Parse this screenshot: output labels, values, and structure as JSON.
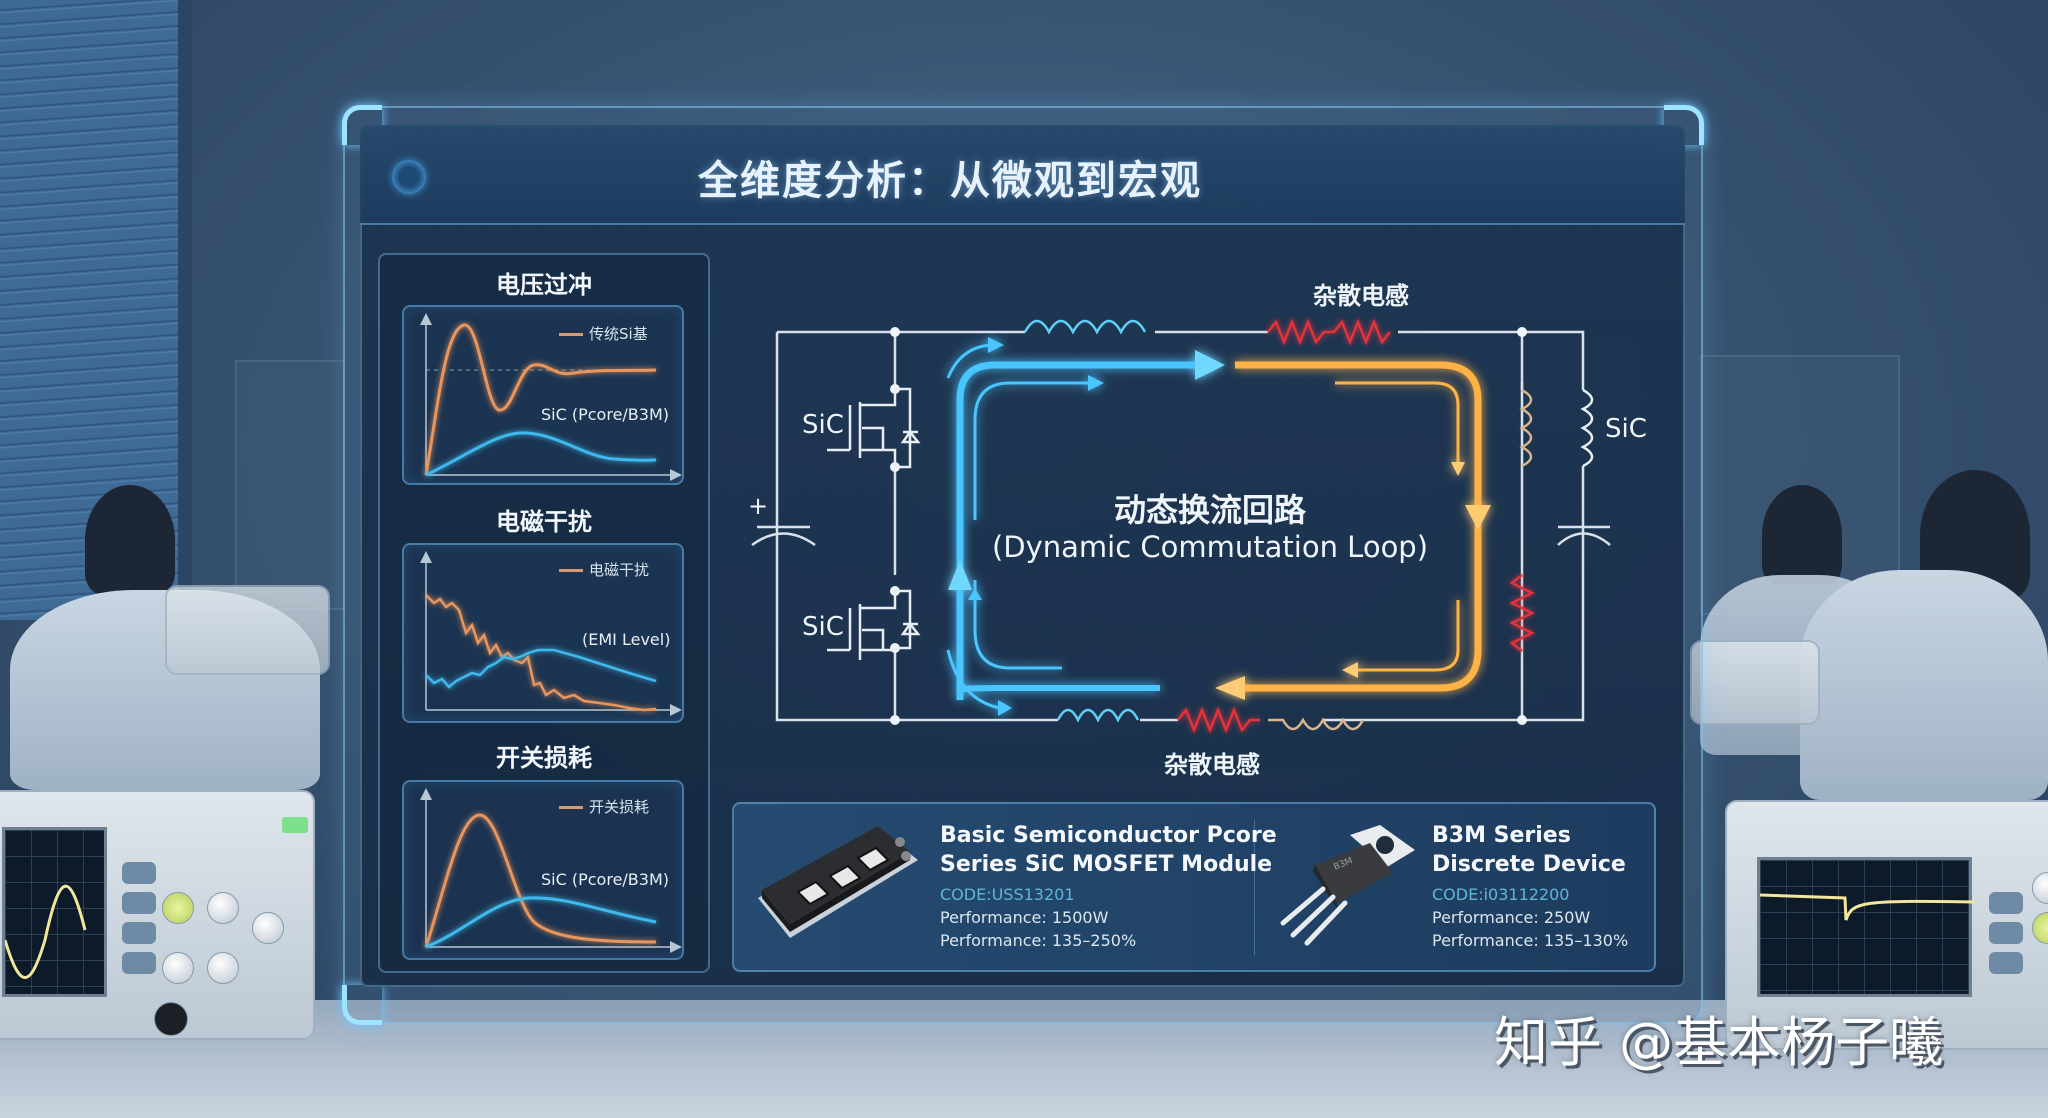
{
  "panel": {
    "title": "全维度分析：从微观到宏观",
    "title_icon": "circle-indicator-icon"
  },
  "charts": [
    {
      "title": "电压过冲",
      "legend": "传统Si基",
      "series_label": "SiC (Pcore/B3M)"
    },
    {
      "title": "电磁干扰",
      "legend": "电磁干扰",
      "series_label": "(EMI Level)"
    },
    {
      "title": "开关损耗",
      "legend": "开关损耗",
      "series_label": "SiC (Pcore/B3M)"
    }
  ],
  "chart_data": [
    {
      "type": "line",
      "title": "电压过冲",
      "xlabel": "",
      "ylabel": "",
      "x": [
        0,
        1,
        2,
        3,
        4,
        5,
        6,
        7,
        8,
        9,
        10
      ],
      "series": [
        {
          "name": "传统Si基",
          "color": "#e8955e",
          "values": [
            0,
            95,
            72,
            30,
            58,
            52,
            49,
            50,
            50,
            50,
            50
          ]
        },
        {
          "name": "SiC (Pcore/B3M)",
          "color": "#3fb8ec",
          "values": [
            0,
            8,
            16,
            22,
            26,
            25,
            21,
            17,
            14,
            13,
            12
          ]
        }
      ],
      "reference_line": 50,
      "grid": false
    },
    {
      "type": "line",
      "title": "电磁干扰",
      "xlabel": "",
      "ylabel": "",
      "x": [
        0,
        1,
        2,
        3,
        4,
        5,
        6,
        7,
        8,
        9,
        10
      ],
      "series": [
        {
          "name": "电磁干扰",
          "color": "#e8955e",
          "values": [
            82,
            76,
            66,
            58,
            52,
            40,
            22,
            16,
            12,
            9,
            6
          ]
        },
        {
          "name": "(EMI Level)",
          "color": "#3fb8ec",
          "values": [
            22,
            16,
            24,
            30,
            36,
            38,
            40,
            36,
            30,
            25,
            20
          ]
        }
      ],
      "grid": false
    },
    {
      "type": "line",
      "title": "开关损耗",
      "xlabel": "",
      "ylabel": "",
      "x": [
        0,
        1,
        2,
        3,
        4,
        5,
        6,
        7,
        8,
        9,
        10
      ],
      "series": [
        {
          "name": "开关损耗",
          "color": "#e8955e",
          "values": [
            0,
            55,
            92,
            70,
            30,
            14,
            9,
            7,
            6,
            5,
            5
          ]
        },
        {
          "name": "SiC (Pcore/B3M)",
          "color": "#3fb8ec",
          "values": [
            0,
            8,
            18,
            28,
            34,
            35,
            32,
            28,
            24,
            21,
            19
          ]
        }
      ],
      "grid": false
    }
  ],
  "circuit": {
    "loop_title": "动态换流回路",
    "loop_subtitle": "(Dynamic Commutation Loop)",
    "stray_inductance_top": "杂散电感",
    "stray_inductance_bottom": "杂散电感",
    "switch_top_label": "SiC",
    "switch_bottom_label": "SiC",
    "right_inductor_label": "SiC",
    "capacitor_polarity": "+",
    "colors": {
      "wire": "#d9e2ea",
      "current_blue": "#49c6ff",
      "current_orange": "#ffb347",
      "stray_red": "#e0333b"
    }
  },
  "products": [
    {
      "name_line1": "Basic Semiconductor Pcore",
      "name_line2": "Series SiC MOSFET Module",
      "code": "CODE:USS13201",
      "performance_1": "Performance: 1500W",
      "performance_2": "Performance: 135–250%",
      "image": "sic-mosfet-module-image"
    },
    {
      "name_line1": "B3M Series",
      "name_line2": "Discrete Device",
      "code": "CODE:i03112200",
      "performance_1": "Performance: 250W",
      "performance_2": "Performance: 135–130%",
      "image": "to-247-discrete-device-image"
    }
  ],
  "watermark": "知乎 @基本杨子曦"
}
